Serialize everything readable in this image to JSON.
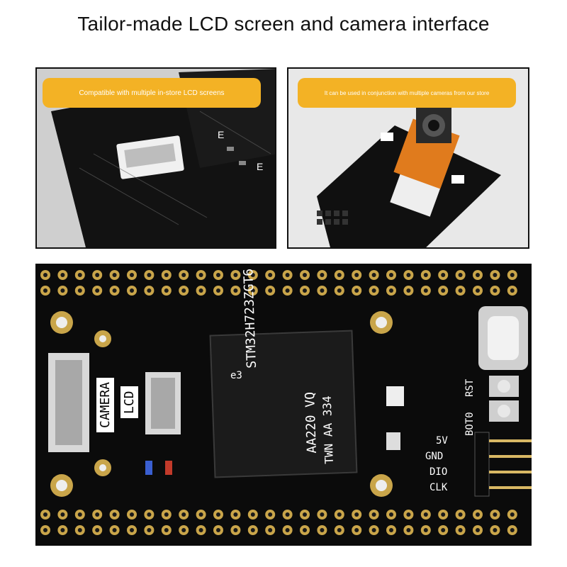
{
  "heading": "Tailor-made LCD screen and camera interface",
  "callouts": {
    "lcd": "Compatible with multiple in-store LCD screens",
    "camera": "It can be used in conjunction with multiple cameras from our store"
  },
  "board": {
    "chip_line1": "STM32H723ZGT6",
    "chip_line2": "AA220 VQ",
    "chip_line3": "TWN AA 334",
    "chip_e3": "e3",
    "camera_label": "CAMERA",
    "lcd_label": "LCD",
    "buttons": [
      "RST",
      "BOT0"
    ],
    "swd_pins": [
      "5V",
      "GND",
      "DIO",
      "CLK"
    ]
  },
  "colors": {
    "pcb": "#0b0b0b",
    "gold": "#c9a54a",
    "callout": "#f3b225"
  }
}
